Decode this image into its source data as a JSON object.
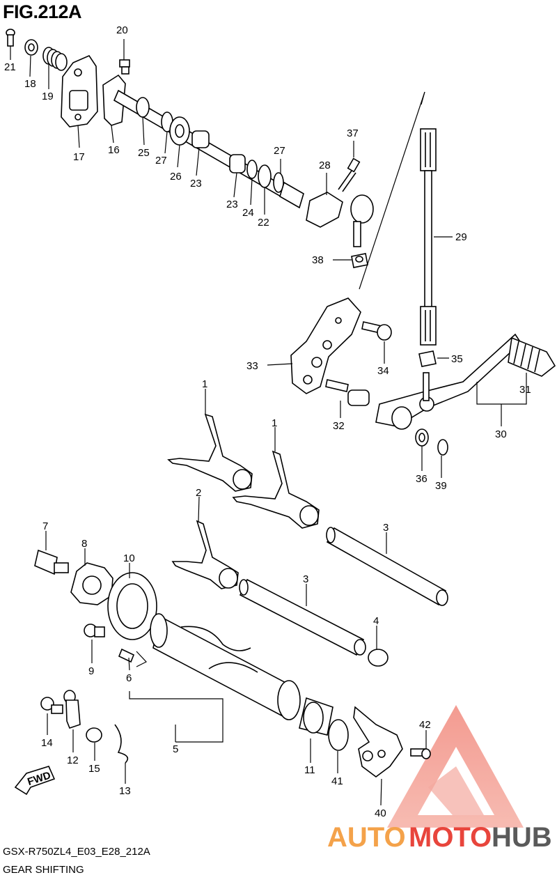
{
  "figure_title": "FIG.212A",
  "footer": {
    "code": "GSX-R750ZL4_E03_E28_212A",
    "title": "GEAR SHIFTING"
  },
  "fwd_label": "FWD",
  "watermark": {
    "part_auto": "AUTO",
    "part_moto": "MOTO",
    "part_hub": "HUB",
    "color_orange": "#f4a24a",
    "color_red": "#e8453c",
    "color_gray": "#5a5a5a"
  },
  "callouts": {
    "c1a": "1",
    "c1b": "1",
    "c2": "2",
    "c3a": "3",
    "c3b": "3",
    "c4": "4",
    "c5": "5",
    "c6": "6",
    "c7": "7",
    "c8": "8",
    "c9": "9",
    "c10": "10",
    "c11": "11",
    "c12": "12",
    "c13": "13",
    "c14": "14",
    "c15": "15",
    "c16": "16",
    "c17": "17",
    "c18": "18",
    "c19": "19",
    "c20": "20",
    "c21": "21",
    "c22": "22",
    "c23a": "23",
    "c23b": "23",
    "c24": "24",
    "c25": "25",
    "c26": "26",
    "c27a": "27",
    "c27b": "27",
    "c28": "28",
    "c29": "29",
    "c30": "30",
    "c31": "31",
    "c32": "32",
    "c33": "33",
    "c34": "34",
    "c35": "35",
    "c36": "36",
    "c37": "37",
    "c38": "38",
    "c39": "39",
    "c40": "40",
    "c41": "41",
    "c42": "42"
  }
}
